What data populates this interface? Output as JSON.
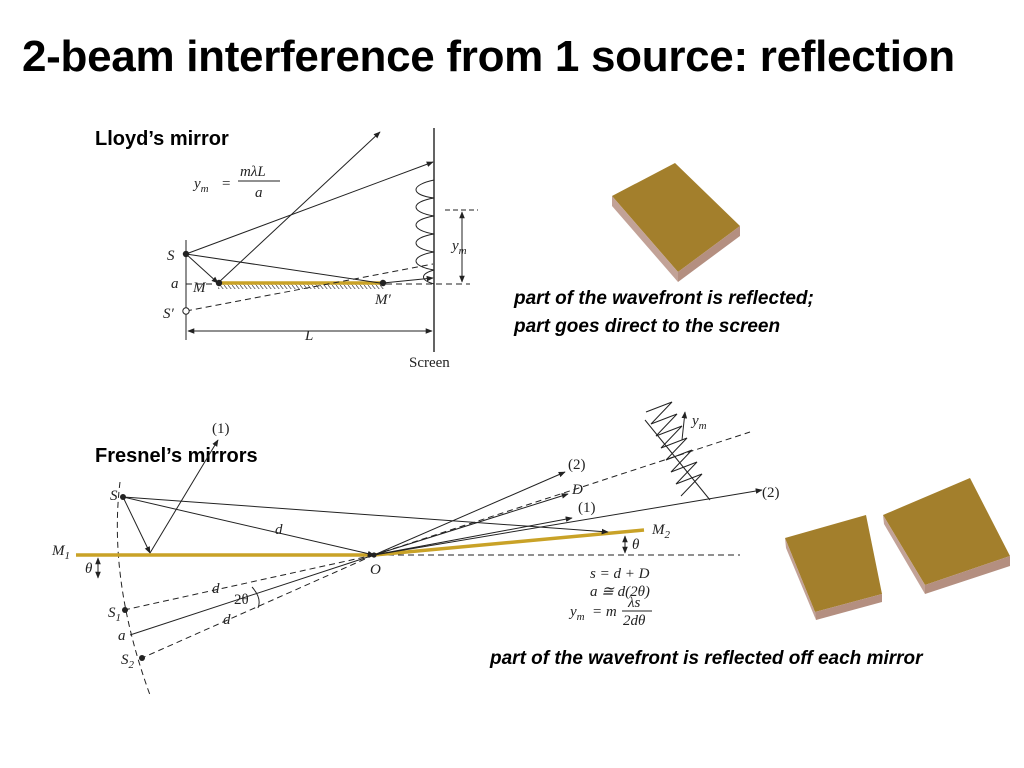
{
  "slide": {
    "title": "2-beam interference from 1 source: reflection"
  },
  "lloyd": {
    "heading": "Lloyd’s mirror",
    "caption_line1": "part of the wavefront is reflected;",
    "caption_line2": "part goes direct to the screen",
    "formula_lhs": "y",
    "formula_lhs_sub": "m",
    "formula_eq": "=",
    "formula_num": "mλL",
    "formula_den": "a",
    "labels": {
      "S": "S",
      "a": "a",
      "M": "M",
      "S_prime": "S′",
      "M_prime": "M′",
      "L": "L",
      "ym": "y",
      "ym_sub": "m",
      "screen": "Screen"
    }
  },
  "fresnel": {
    "heading": "Fresnel’s mirrors",
    "caption": "part of the wavefront is reflected off each mirror",
    "labels": {
      "S": "S",
      "M1": "M",
      "M1_sub": "1",
      "M2": "M",
      "M2_sub": "2",
      "O": "O",
      "S1": "S",
      "S1_sub": "1",
      "S2": "S",
      "S2_sub": "2",
      "d_top": "d",
      "d_mid": "d",
      "d_low": "d",
      "a": "a",
      "theta_left": "θ",
      "theta_right": "θ",
      "two_theta": "2θ",
      "D": "D",
      "ray1_top": "(1)",
      "ray2_top": "(2)",
      "ray1_right": "(1)",
      "ray2_right": "(2)",
      "ym": "y",
      "ym_sub": "m"
    },
    "eq1": "s = d + D",
    "eq2": "a ≅ d(2θ)",
    "eq3_lhs": "y",
    "eq3_sub": "m",
    "eq3_mid": "= m",
    "eq3_num": "λs",
    "eq3_den": "2dθ"
  },
  "colors": {
    "mirror": "#c9a227",
    "block_top": "#a7832e",
    "block_side": "#c4a49a"
  }
}
